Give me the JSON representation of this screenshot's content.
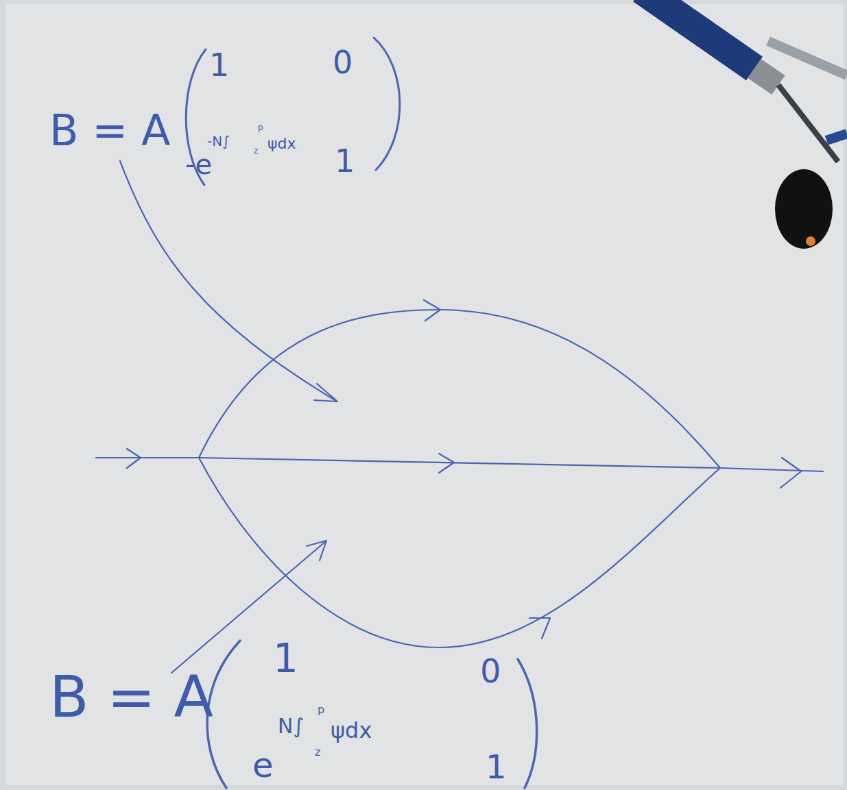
{
  "diagram": {
    "labels": [
      "B = A",
      "1",
      "0",
      "-e",
      "-N∫",
      "p",
      "z",
      "ψdx",
      "1",
      "B = A",
      "1",
      "0",
      "e",
      "N∫",
      "p",
      "z",
      "ψdx",
      "1"
    ]
  }
}
